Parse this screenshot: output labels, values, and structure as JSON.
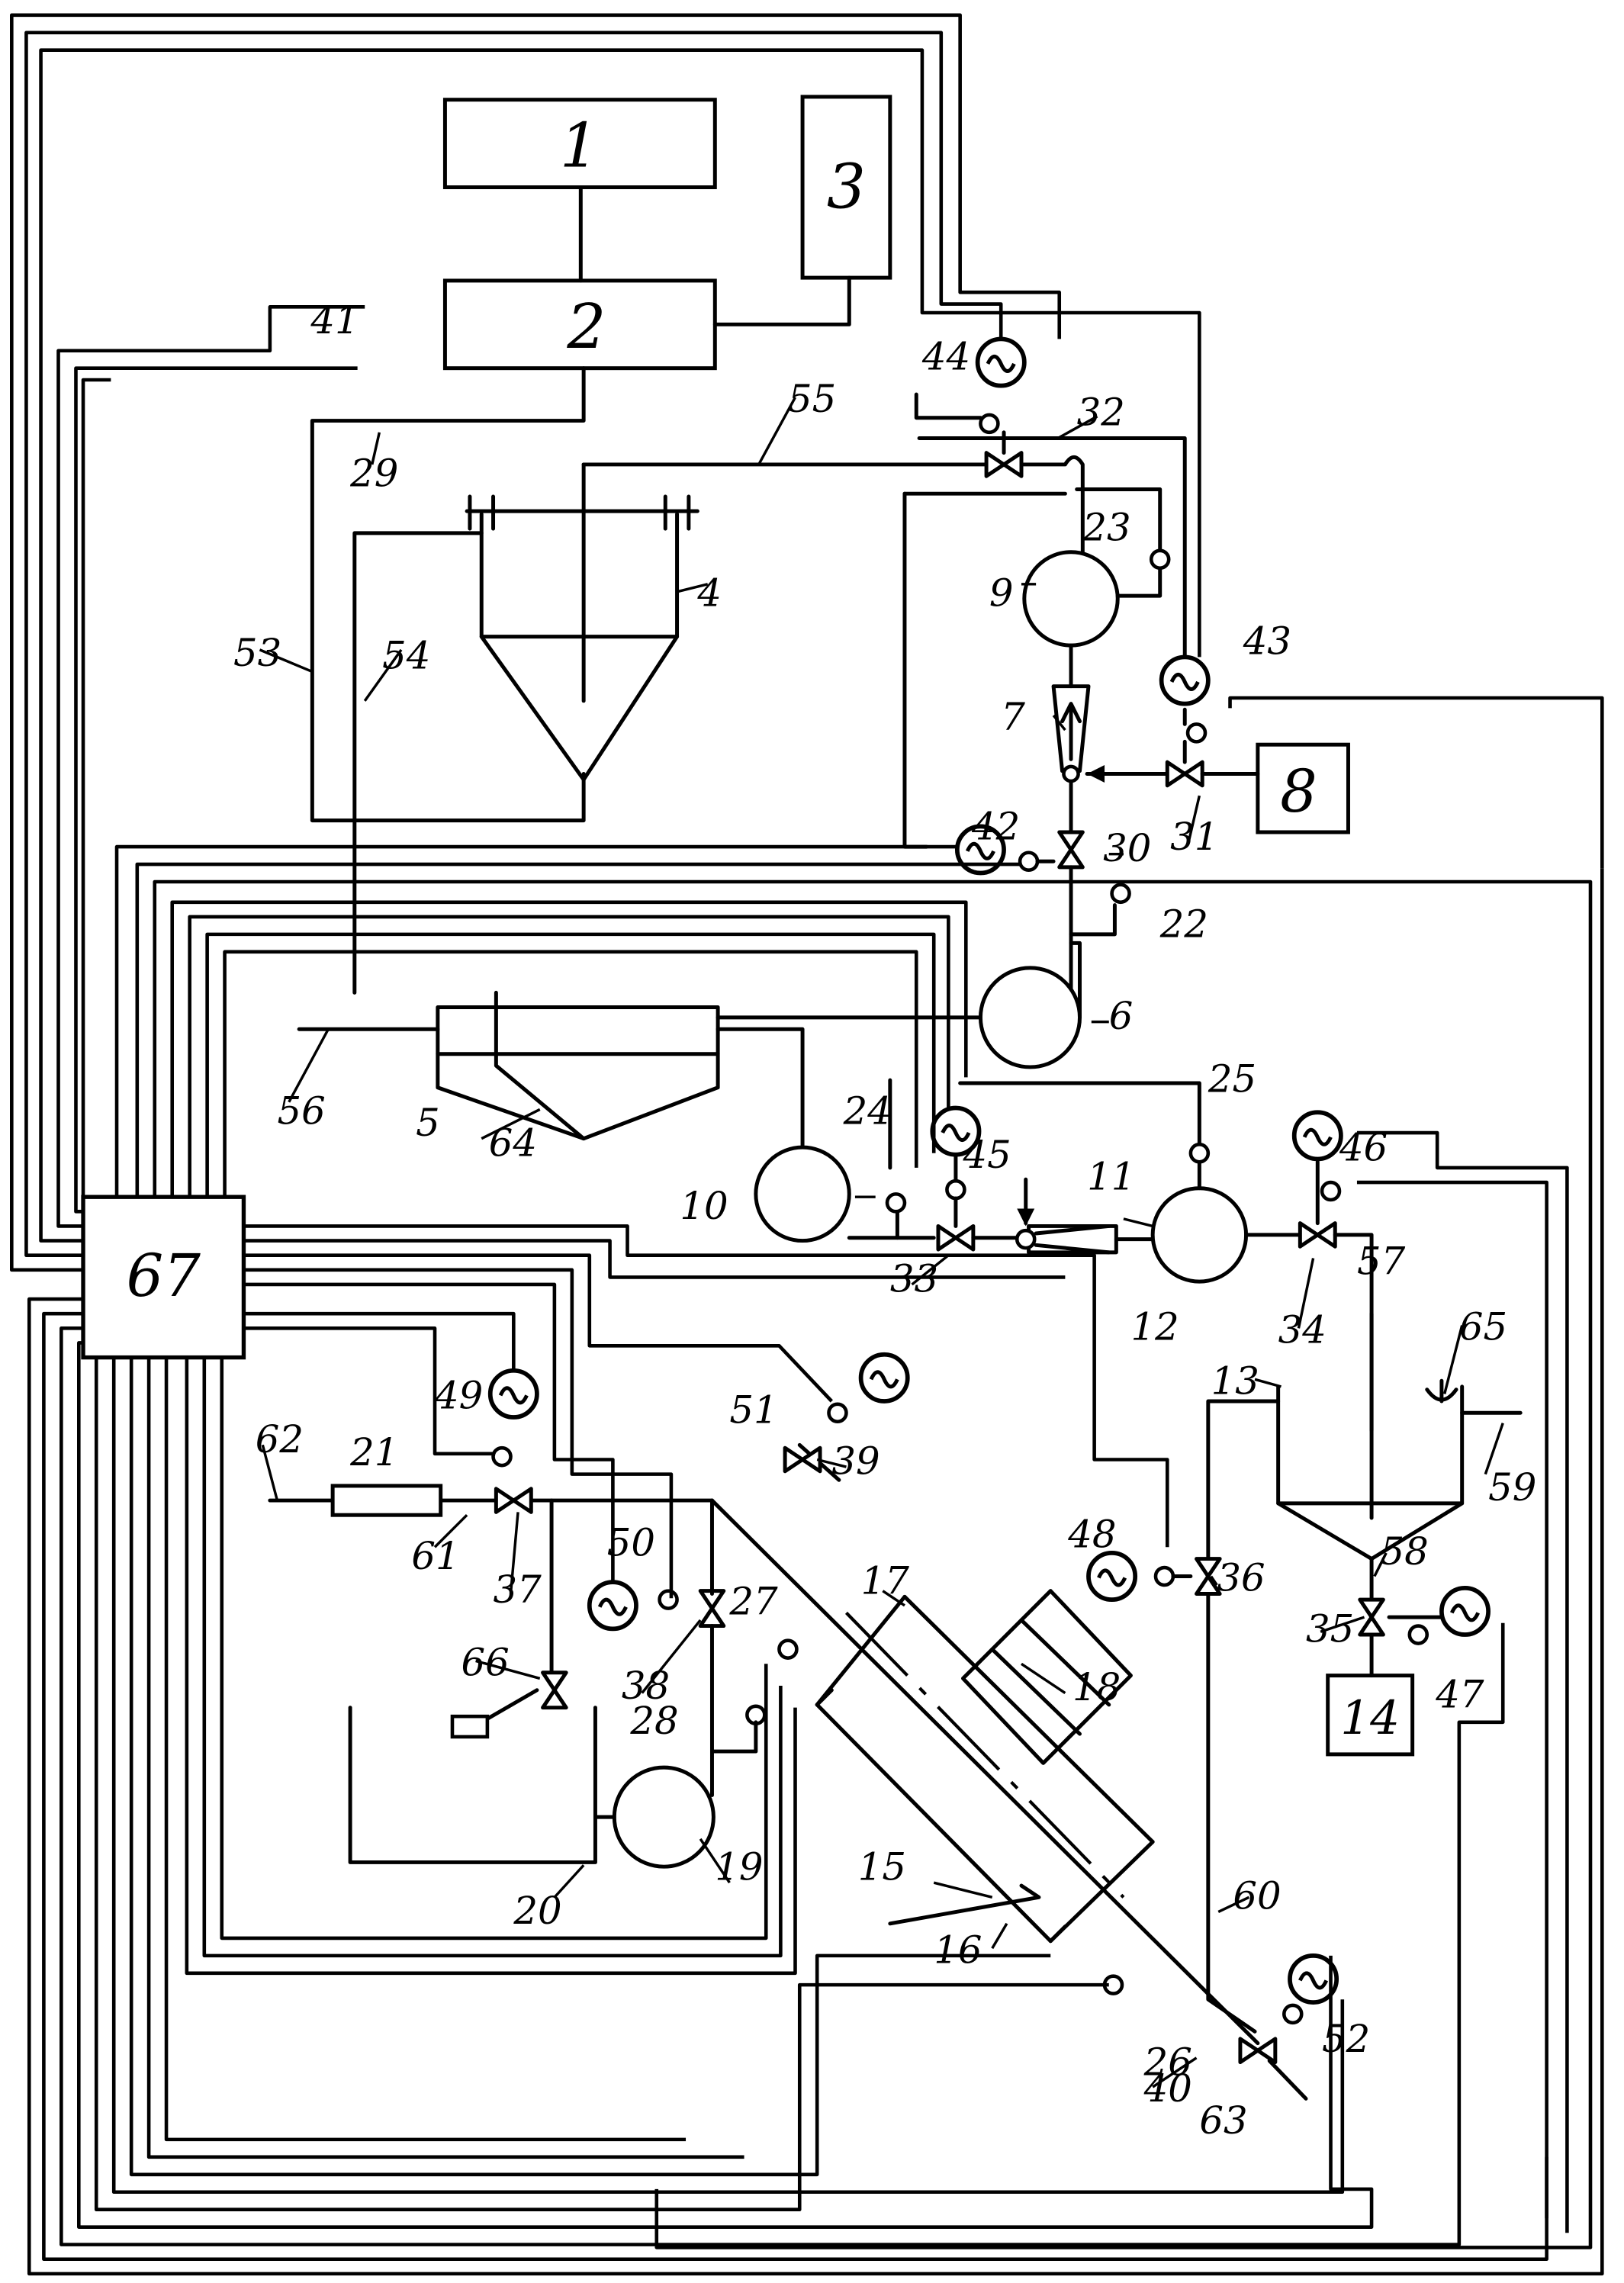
{
  "figure": {
    "blocks": [
      {
        "id": "1",
        "label": "1"
      },
      {
        "id": "2",
        "label": "2"
      },
      {
        "id": "3",
        "label": "3"
      },
      {
        "id": "8",
        "label": "8"
      },
      {
        "id": "14",
        "label": "14"
      },
      {
        "id": "67",
        "label": "67"
      }
    ],
    "labels": [
      "4",
      "5",
      "6",
      "7",
      "9",
      "10",
      "11",
      "12",
      "13",
      "15",
      "16",
      "17",
      "18",
      "19",
      "20",
      "21",
      "22",
      "23",
      "24",
      "25",
      "26",
      "27",
      "28",
      "29",
      "30",
      "31",
      "32",
      "33",
      "34",
      "35",
      "36",
      "37",
      "38",
      "39",
      "40",
      "41",
      "42",
      "43",
      "44",
      "45",
      "46",
      "47",
      "48",
      "49",
      "50",
      "51",
      "52",
      "53",
      "54",
      "55",
      "56",
      "57",
      "58",
      "59",
      "60",
      "61",
      "62",
      "63",
      "64",
      "65",
      "66"
    ],
    "icons": {
      "actuator": "sine-wave-motor-icon",
      "valve": "bowtie-valve-icon",
      "sensor": "circle-sensor-icon"
    }
  }
}
